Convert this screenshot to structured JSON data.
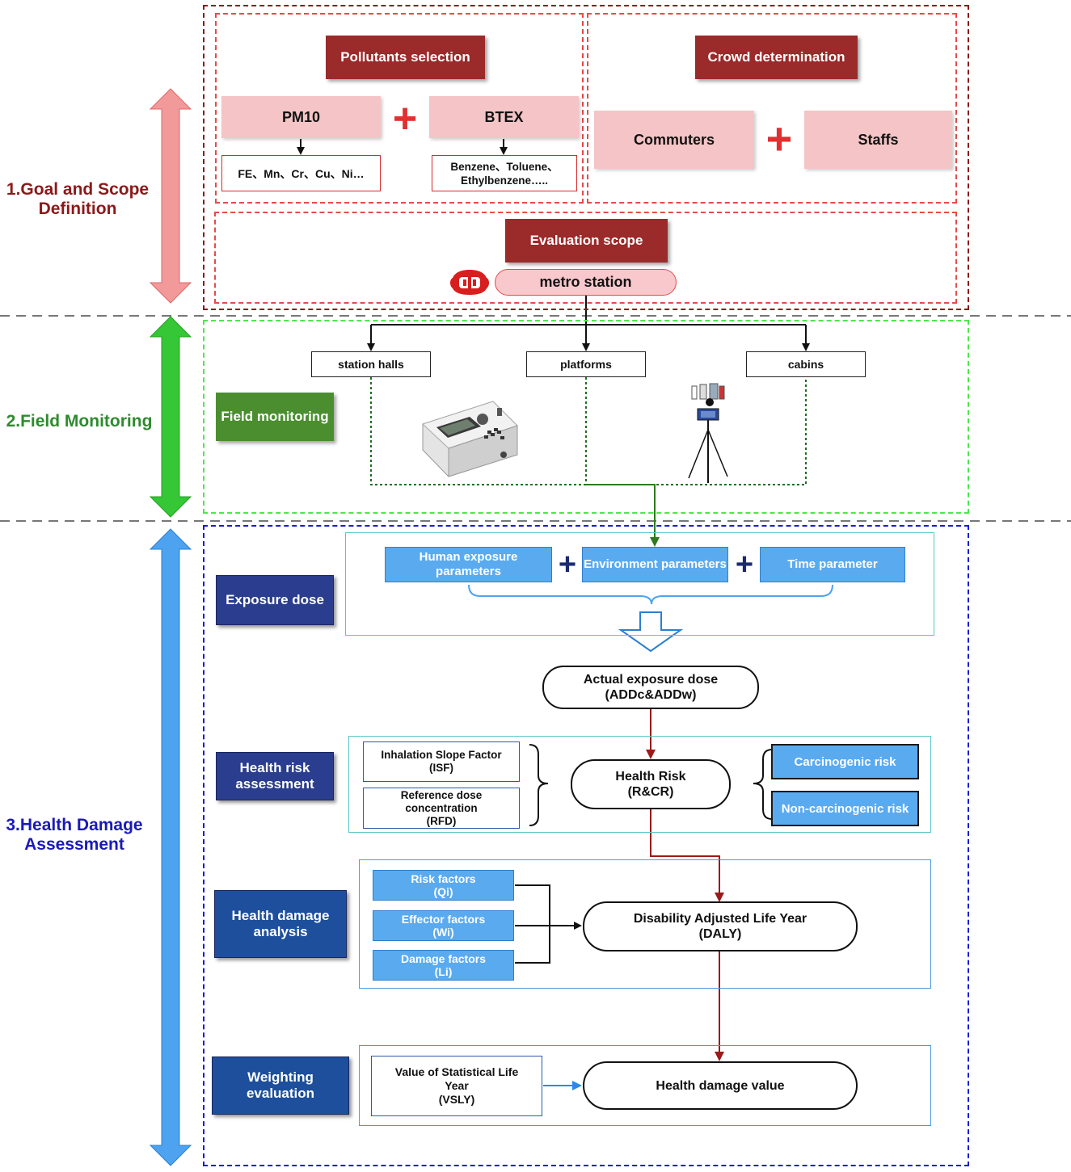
{
  "sections": {
    "goal": "1.Goal and Scope Definition",
    "field": "2.Field Monitoring",
    "health": "3.Health Damage Assessment"
  },
  "goal": {
    "pollutants_selection": "Pollutants selection",
    "pm10": "PM10",
    "btex": "BTEX",
    "pm10_list": "FE、Mn、Cr、Cu、Ni…",
    "btex_list": "Benzene、Toluene、Ethylbenzene…..",
    "crowd_determination": "Crowd determination",
    "commuters": "Commuters",
    "staffs": "Staffs",
    "evaluation_scope": "Evaluation scope",
    "metro_station": "metro station"
  },
  "field": {
    "station_halls": "station halls",
    "platforms": "platforms",
    "cabins": "cabins",
    "field_monitoring": "Field monitoring"
  },
  "health": {
    "exposure_dose": "Exposure dose",
    "human_exposure": "Human exposure parameters",
    "environment": "Environment parameters",
    "time_parameter": "Time parameter",
    "actual_exposure": "Actual exposure dose",
    "actual_exposure_sub": "(ADDc&ADDw)",
    "health_risk_assessment": "Health risk assessment",
    "isf": "Inhalation Slope Factor",
    "isf_sub": "(ISF)",
    "rfd": "Reference dose concentration",
    "rfd_sub": "(RFD)",
    "health_risk": "Health Risk",
    "health_risk_sub": "(R&CR)",
    "carcinogenic": "Carcinogenic risk",
    "non_carcinogenic": "Non-carcinogenic risk",
    "health_damage_analysis": "Health damage analysis",
    "risk_factors": "Risk factors",
    "risk_factors_sub": "(Qi)",
    "effector_factors": "Effector factors",
    "effector_factors_sub": "(Wi)",
    "damage_factors": "Damage factors",
    "damage_factors_sub": "(Li)",
    "daly": "Disability Adjusted Life Year",
    "daly_sub": "(DALY)",
    "weighting_evaluation": "Weighting evaluation",
    "vsly": "Value of Statistical Life Year",
    "vsly_sub": "(VSLY)",
    "health_damage_value": "Health damage value"
  },
  "colors": {
    "goal": "#8b1a1a",
    "field": "#2e8b2e",
    "health": "#1a1ab8",
    "goal_arrow": "#f29a9a",
    "field_arrow": "#35c735",
    "health_arrow": "#4da3f0"
  }
}
